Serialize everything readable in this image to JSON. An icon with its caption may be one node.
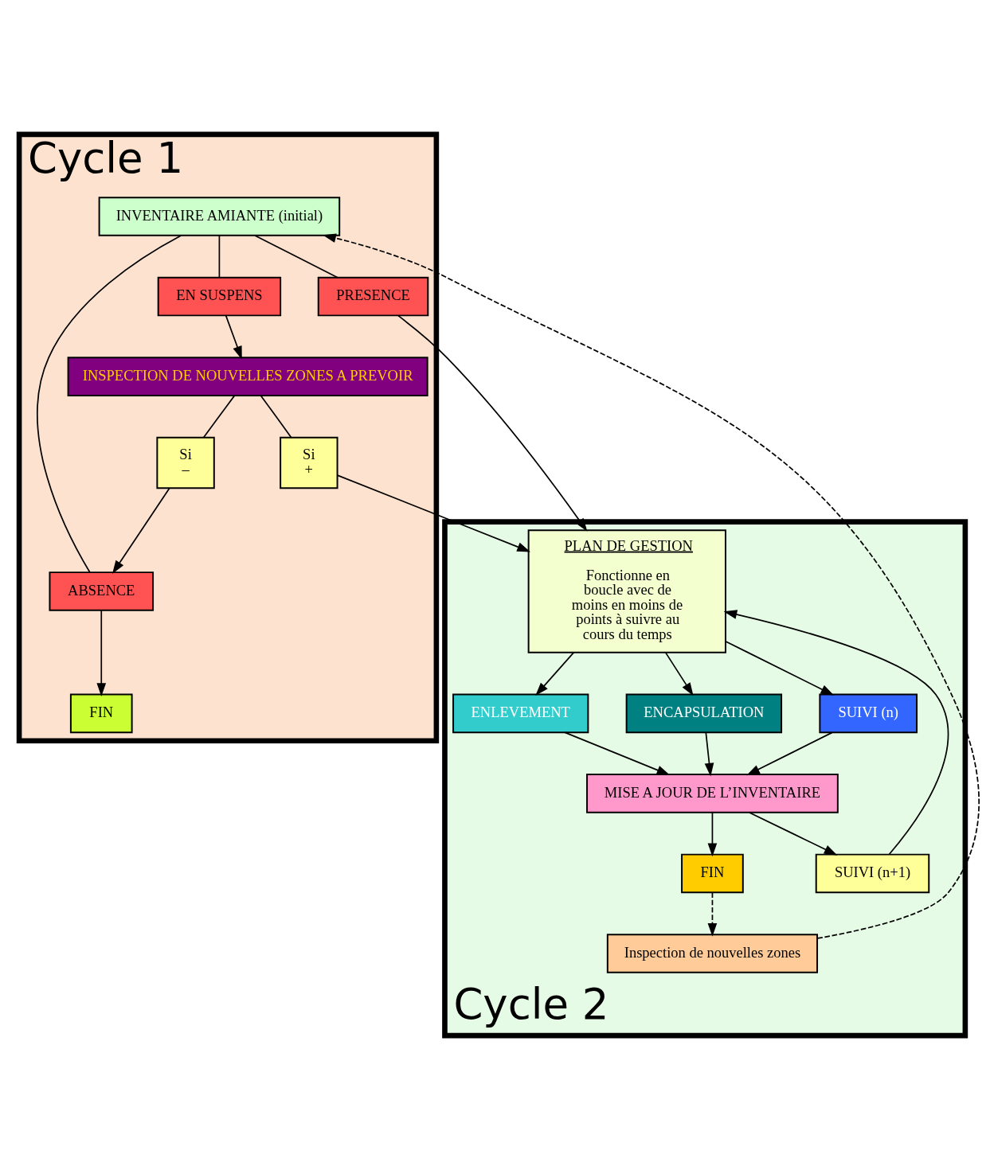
{
  "diagram": {
    "nodes": [
      {
        "text": [
          "Cycle 1"
        ]
      },
      {
        "text": [
          "INVENTAIRE AMIANTE (initial)"
        ],
        "in": 0
      },
      {
        "text": [
          "PRESENCE"
        ],
        "in": 0
      },
      {
        "text": [
          "ABSENCE"
        ],
        "in": 0
      },
      {
        "text": [
          "EN SUSPENS"
        ],
        "in": 0
      },
      {
        "text": [
          "FIN"
        ],
        "in": 0
      },
      {
        "text": [
          "Si",
          "–"
        ],
        "in": 0
      },
      {
        "text": [
          "INSPECTION DE NOUVELLES ZONES A PREVOIR"
        ],
        "in": 0
      },
      {
        "text": [
          "Si",
          "+"
        ],
        "in": 0
      },
      {
        "text": [
          "Cycle 2"
        ]
      },
      {
        "text": [
          "PLAN DE GESTION",
          "Fonctionne en boucle avec de moins en moins de points à suivre au cours du temps"
        ],
        "in": 9
      },
      {
        "text": [
          "ENLEVEMENT"
        ],
        "in": 9
      },
      {
        "text": [
          "ENCAPSULATION"
        ],
        "in": 9
      },
      {
        "text": [
          "SUIVI (n)"
        ],
        "in": 9
      },
      {
        "text": [
          "MISE A JOUR DE L’INVENTAIRE"
        ],
        "in": 9
      },
      {
        "text": [
          "SUIVI (n+1)"
        ],
        "in": 9
      },
      {
        "text": [
          "FIN"
        ],
        "in": 9
      },
      {
        "text": [
          "Inspection de nouvelles zones"
        ],
        "in": 9
      }
    ],
    "edges": [
      {
        "from": 1,
        "to": 2,
        "arrow": "none"
      },
      {
        "from": 1,
        "to": 3,
        "arrow": "none"
      },
      {
        "from": 1,
        "to": 4,
        "arrow": "none"
      },
      {
        "from": 3,
        "to": 5,
        "arrow": "to"
      },
      {
        "from": 4,
        "to": 7,
        "arrow": "to"
      },
      {
        "from": 7,
        "to": 6,
        "arrow": "none"
      },
      {
        "from": 6,
        "to": 3,
        "arrow": "to"
      },
      {
        "from": 7,
        "to": 8,
        "arrow": "none"
      },
      {
        "from": 8,
        "to": 10,
        "arrow": "to"
      },
      {
        "from": 2,
        "to": 10,
        "arrow": "to"
      },
      {
        "from": 10,
        "to": 11,
        "arrow": "to"
      },
      {
        "from": 10,
        "to": 12,
        "arrow": "to"
      },
      {
        "from": 10,
        "to": 13,
        "arrow": "to"
      },
      {
        "from": 11,
        "to": 14,
        "arrow": "to"
      },
      {
        "from": 12,
        "to": 14,
        "arrow": "to"
      },
      {
        "from": 13,
        "to": 14,
        "arrow": "to"
      },
      {
        "from": 14,
        "to": 15,
        "arrow": "to"
      },
      {
        "from": 15,
        "to": 10,
        "arrow": "to"
      },
      {
        "from": 14,
        "to": 16,
        "arrow": "to"
      },
      {
        "from": 16,
        "to": 17,
        "arrow": "to",
        "style": "dashed"
      },
      {
        "from": 17,
        "to": 1,
        "arrow": "to",
        "style": "dashed"
      }
    ]
  }
}
